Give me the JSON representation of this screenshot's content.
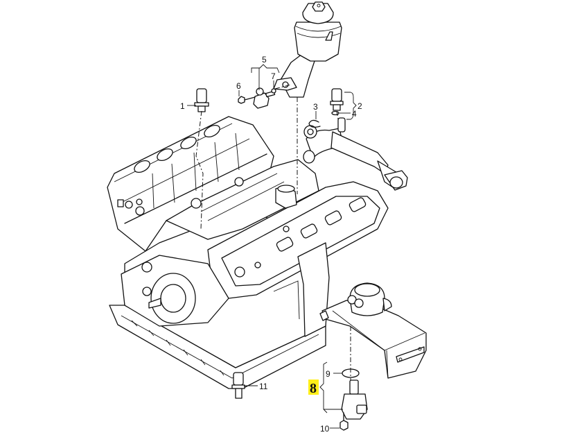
{
  "diagram": {
    "title": "",
    "highlight_color": "#ffef1a",
    "line_color": "#111111",
    "callouts": [
      {
        "id": "1",
        "label": "1"
      },
      {
        "id": "2",
        "label": "2"
      },
      {
        "id": "3",
        "label": "3"
      },
      {
        "id": "4",
        "label": "4"
      },
      {
        "id": "5",
        "label": "5"
      },
      {
        "id": "6",
        "label": "6"
      },
      {
        "id": "7",
        "label": "7"
      },
      {
        "id": "8",
        "label": "8",
        "highlighted": true
      },
      {
        "id": "9",
        "label": "9"
      },
      {
        "id": "10",
        "label": "10"
      },
      {
        "id": "11",
        "label": "11"
      }
    ],
    "parts": [
      {
        "name": "engine-block",
        "icon": "engine-icon"
      },
      {
        "name": "oil-filter-housing",
        "icon": "filter-icon"
      },
      {
        "name": "coolant-pipe",
        "icon": "pipe-icon"
      },
      {
        "name": "expansion-tank",
        "icon": "tank-icon"
      },
      {
        "name": "sensor",
        "icon": "sensor-icon"
      }
    ]
  }
}
